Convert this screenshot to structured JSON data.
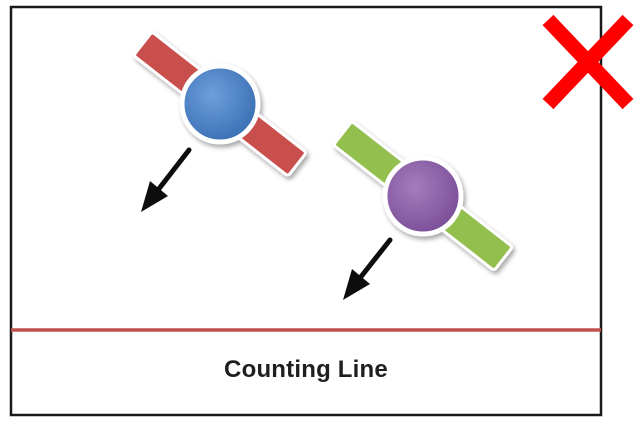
{
  "diagram": {
    "counting_line_label": "Counting Line",
    "counting_line_color": "#c0504d",
    "frame_color": "#1a1a1a",
    "status_mark": {
      "icon": "cross-icon",
      "color": "#ff0000"
    },
    "objects": [
      {
        "name": "red-blue-marker",
        "bar_color": "#c9504d",
        "disc_color": "#4a7fc4",
        "motion": "down-left"
      },
      {
        "name": "green-purple-marker",
        "bar_color": "#93bf4f",
        "disc_color": "#8c5fa8",
        "motion": "down-left"
      }
    ],
    "arrow_color": "#0d0d0d"
  }
}
